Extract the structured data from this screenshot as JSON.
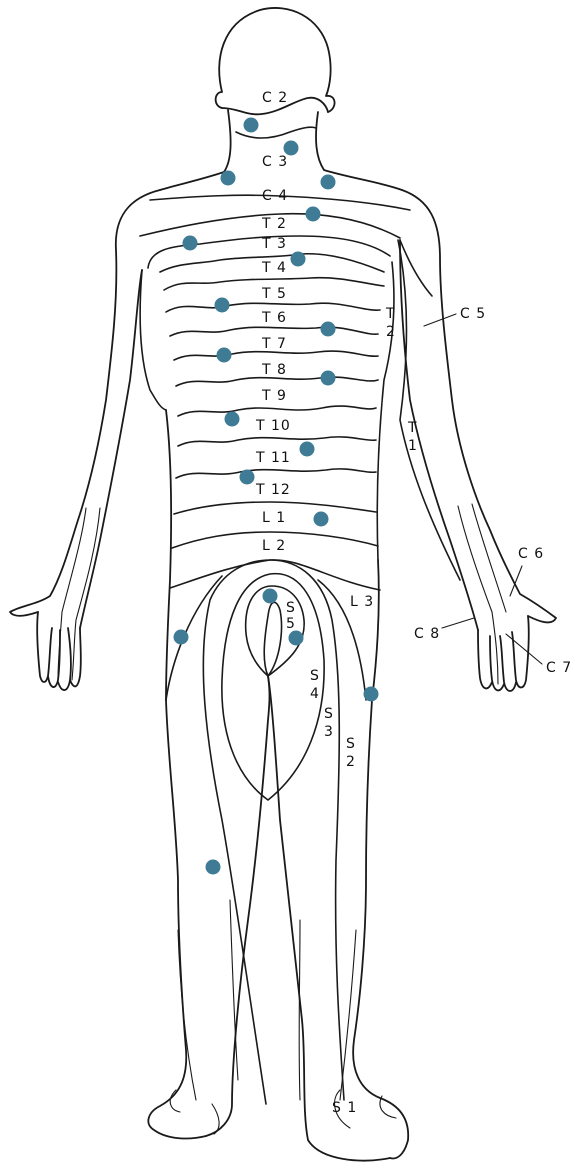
{
  "diagram": {
    "dot_color": "#3f7b95",
    "line_color": "#1a1a1a",
    "labels": {
      "c2": "C 2",
      "c3": "C 3",
      "c4": "C 4",
      "c5": "C 5",
      "c6": "C 6",
      "c7": "C 7",
      "c8": "C 8",
      "t2a": "T 2",
      "t3": "T 3",
      "t4": "T 4",
      "t5": "T 5",
      "t6": "T 6",
      "t7": "T 7",
      "t8": "T 8",
      "t9": "T 9",
      "t10": "T 10",
      "t11": "T 11",
      "t12": "T 12",
      "t2b_1": "T",
      "t2b_2": "2",
      "t1_1": "T",
      "t1_2": "1",
      "l1": "L 1",
      "l2": "L 2",
      "l3": "L 3",
      "s5_1": "S",
      "s5_2": "5",
      "s4_1": "S",
      "s4_2": "4",
      "s3_1": "S",
      "s3_2": "3",
      "s2_1": "S",
      "s2_2": "2",
      "s1": "S 1"
    }
  }
}
